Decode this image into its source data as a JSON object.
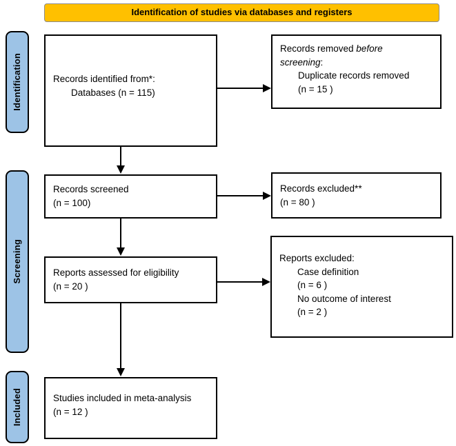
{
  "banner": {
    "label": "Identification of studies via databases and registers"
  },
  "colors": {
    "banner_bg": "#FFC000",
    "stage_bg": "#9DC3E6",
    "stage_border": "#000000",
    "box_border": "#000000",
    "text": "#000000"
  },
  "stages": {
    "identification": "Identification",
    "screening": "Screening",
    "included": "Included"
  },
  "boxes": {
    "records_identified": {
      "line1": "Records identified from*:",
      "line2": "Databases (n = 115)"
    },
    "records_removed": {
      "prefix": "Records removed ",
      "italic": "before screening",
      "suffix": ":",
      "detail": "Duplicate records removed",
      "count": "(n = 15 )"
    },
    "records_screened": {
      "line1": "Records screened",
      "line2": "(n = 100)"
    },
    "records_excluded": {
      "line1": "Records excluded**",
      "line2": "(n = 80 )"
    },
    "reports_assessed": {
      "line1": "Reports assessed for eligibility",
      "line2": "(n = 20 )"
    },
    "reports_excluded": {
      "title": "Reports excluded:",
      "reason1": "Case definition",
      "count1": "(n = 6 )",
      "reason2": "No outcome of interest",
      "count2": "(n = 2 )"
    },
    "studies_included": {
      "line1": "Studies included in meta-analysis",
      "line2": "(n = 12 )"
    }
  }
}
